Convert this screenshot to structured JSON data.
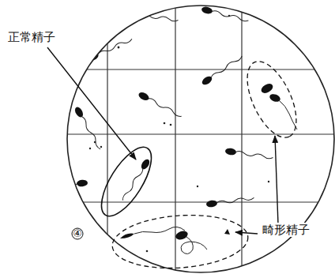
{
  "diagram": {
    "labels": [
      "正常精子",
      "畸形精子",
      "④"
    ]
  }
}
